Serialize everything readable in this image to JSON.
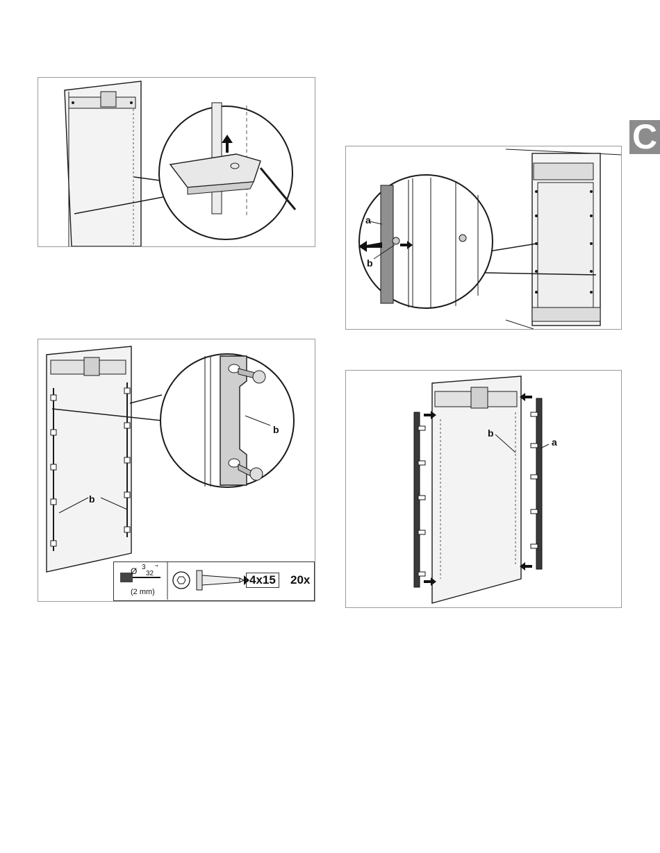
{
  "section_tab": {
    "letter": "C"
  },
  "figures": {
    "fig1": {
      "name": "figure-bracket-removal"
    },
    "fig2": {
      "name": "figure-hinge-guide-install",
      "label_b": "b",
      "label_a": "a"
    },
    "fig3": {
      "name": "figure-rails-screw",
      "label_b_detail": "b",
      "label_b_panel": "b",
      "drill": {
        "diameter_symbol": "Ø",
        "fraction_num": "3",
        "fraction_den": "32",
        "inch_mark": "\"",
        "metric": "(2 mm)"
      },
      "screw": {
        "size": "4x15",
        "quantity": "20x"
      }
    },
    "fig4": {
      "name": "figure-rail-attach",
      "label_b": "b",
      "label_a": "a"
    }
  },
  "colors": {
    "line": "#1a1a1a",
    "panel_fill": "#f2f2f2",
    "rail_dark": "#3a3a3a",
    "tab_bg": "#8c8c8c"
  }
}
